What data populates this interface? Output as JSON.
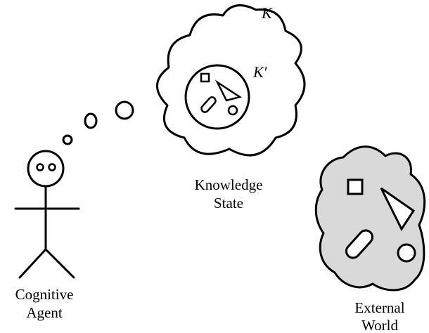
{
  "agent": {
    "label_line1": "Cognitive",
    "label_line2": "Agent"
  },
  "knowledge": {
    "label_line1": "Knowledge",
    "label_line2": "State",
    "outer_symbol": "K",
    "inner_symbol": "K′"
  },
  "world": {
    "label_line1": "External",
    "label_line2": "World"
  },
  "colors": {
    "stroke": "#000000",
    "world_fill": "#d9d9d9",
    "background": "#ffffff"
  }
}
